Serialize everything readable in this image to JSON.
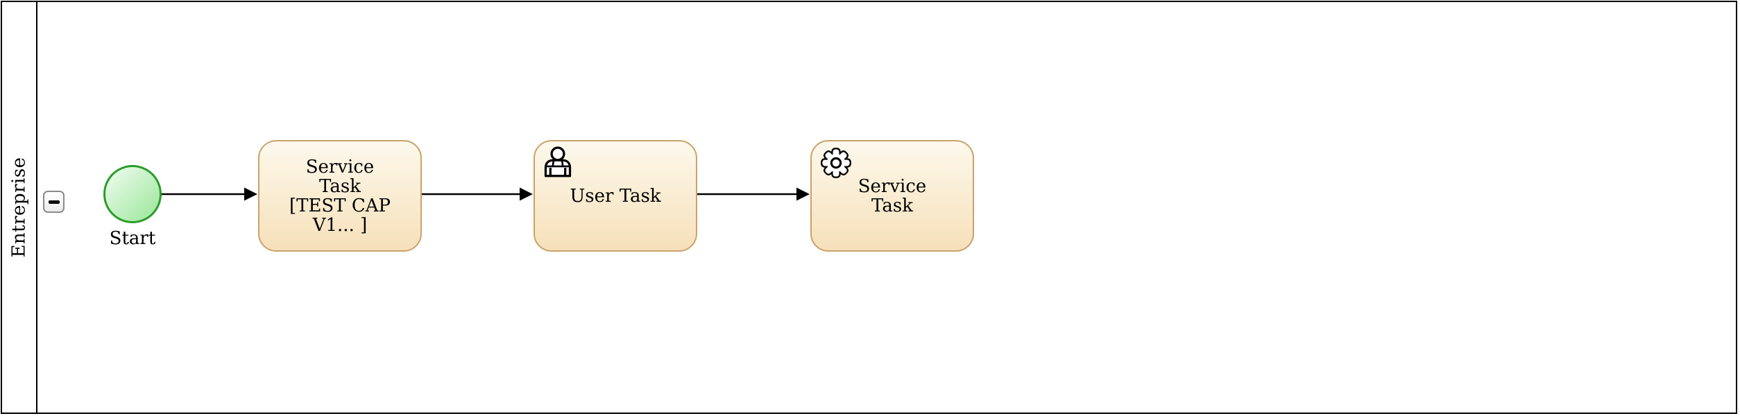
{
  "lane": {
    "name": "Entreprise",
    "collapse_icon": "minus-icon"
  },
  "nodes": {
    "start": {
      "label": "Start",
      "icon": "start-event-circle"
    },
    "task1": {
      "label": "Service\nTask\n[TEST CAP\nV1... ]"
    },
    "task2": {
      "label": "User Task",
      "icon": "user-icon"
    },
    "task3": {
      "label": "Service\nTask",
      "icon": "gear-icon"
    }
  },
  "flows": [
    {
      "from": "start",
      "to": "task1"
    },
    {
      "from": "task1",
      "to": "task2"
    },
    {
      "from": "task2",
      "to": "task3"
    }
  ],
  "colors": {
    "pool_border": "#000000",
    "flow": "#000000",
    "button_border": "#8a8a8a",
    "event_border": "#2a9c2a",
    "event_fill_top": "#e9fae9",
    "event_fill_bottom": "#9de79d",
    "task_border": "#c9a26a",
    "task_fill_top": "#fdf9ec",
    "task_fill_bottom": "#f6e0ba"
  }
}
